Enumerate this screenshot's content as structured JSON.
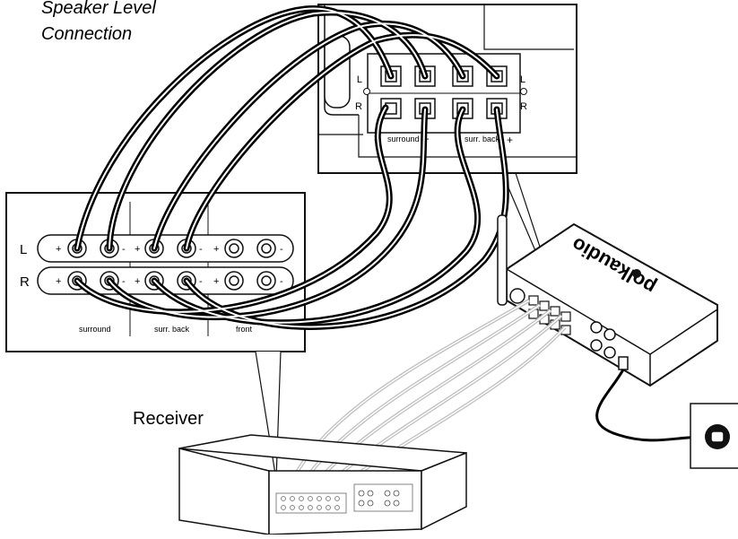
{
  "diagram": {
    "title_line1": "Speaker Level",
    "title_line2": "Connection",
    "receiver_label": "Receiver",
    "brand_logo": "polkaudio",
    "receiver_panel": {
      "row_labels": [
        "L",
        "R"
      ],
      "group_labels": [
        "surround",
        "surr. back",
        "front"
      ],
      "plus": "+",
      "minus": "-"
    },
    "sub_panel": {
      "row_labels": [
        "L",
        "R"
      ],
      "label_left": "surround",
      "label_right": "surr. back",
      "plus": "+",
      "minus": "-"
    },
    "colors": {
      "wire": "#000000",
      "wire_core": "#ffffff",
      "line_cable": "#bdbdbd",
      "outline": "#1a1a1a"
    }
  }
}
